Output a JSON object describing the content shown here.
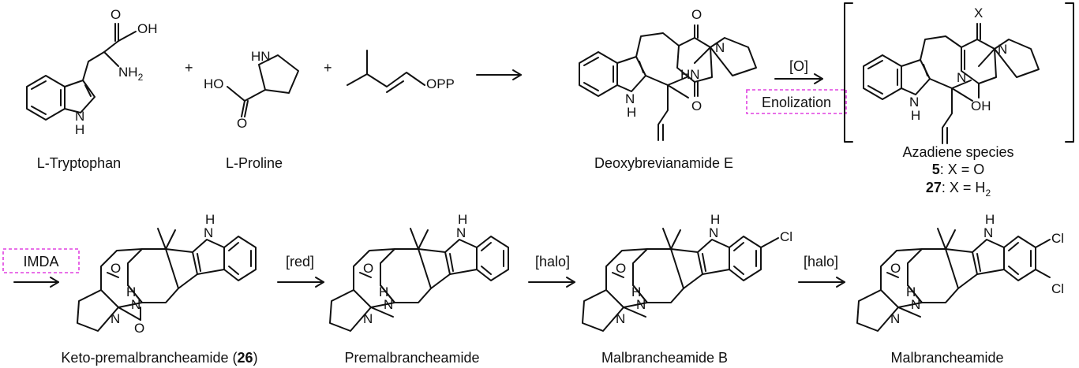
{
  "compounds": {
    "tryptophan": "L-Tryptophan",
    "proline": "L-Proline",
    "deoxybrevianamide": "Deoxybrevianamide E",
    "azadiene": "Azadiene species",
    "azadiene_5_num": "5",
    "azadiene_5_rest": ": X = O",
    "azadiene_27_num": "27",
    "azadiene_27_rest": ": X = H",
    "azadiene_27_sub": "2",
    "keto_prefix": "Keto-premalbrancheamide (",
    "keto_num": "26",
    "keto_suffix": ")",
    "premal": "Premalbrancheamide",
    "malB": "Malbrancheamide B",
    "mal": "Malbrancheamide"
  },
  "arrows": {
    "oxidation": "[O]",
    "enolization": "Enolization",
    "imda": "IMDA",
    "red": "[red]",
    "halo1": "[halo]",
    "halo2": "[halo]"
  },
  "symbols": {
    "plus1": "+",
    "plus2": "+"
  },
  "atoms": {
    "O": "O",
    "OH": "OH",
    "NH": "NH",
    "NH2": "NH",
    "H2sub": "2",
    "N": "N",
    "H": "H",
    "HN": "HN",
    "HO": "HO",
    "OPP": "OPP",
    "X": "X",
    "Cl": "Cl"
  }
}
